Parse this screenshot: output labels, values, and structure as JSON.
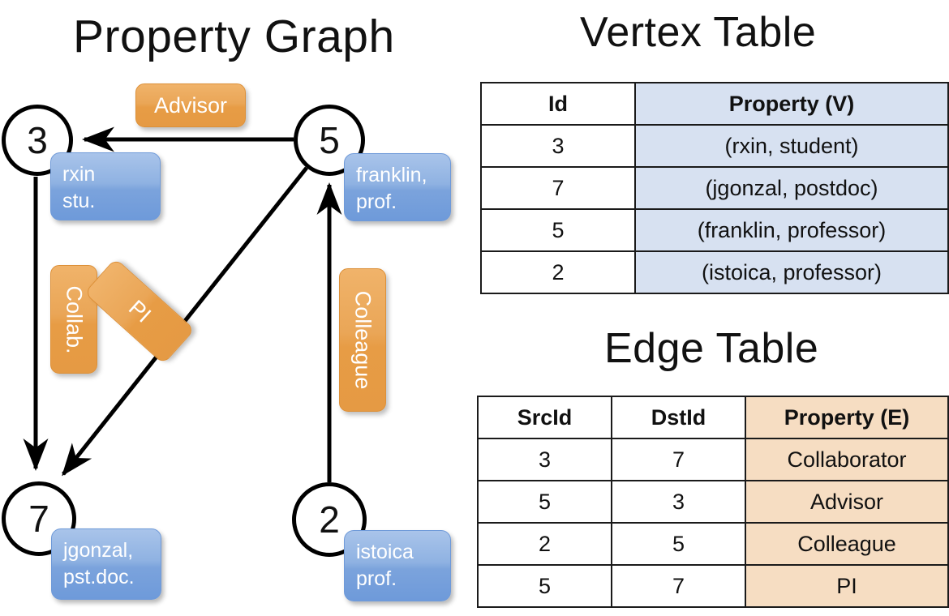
{
  "titles": {
    "property_graph": "Property Graph",
    "vertex_table": "Vertex Table",
    "edge_table": "Edge Table"
  },
  "graph": {
    "nodes": [
      {
        "id": "3",
        "property_label": "rxin\nstu."
      },
      {
        "id": "5",
        "property_label": "franklin,\nprof."
      },
      {
        "id": "7",
        "property_label": "jgonzal,\npst.doc."
      },
      {
        "id": "2",
        "property_label": "istoica\nprof."
      }
    ],
    "node_labels": {
      "n3_line1": "rxin",
      "n3_line2": "stu.",
      "n5_line1": "franklin,",
      "n5_line2": "prof.",
      "n7_line1": "jgonzal,",
      "n7_line2": "pst.doc.",
      "n2_line1": "istoica",
      "n2_line2": "prof."
    },
    "edge_labels": {
      "advisor": "Advisor",
      "collab": "Collab.",
      "pi": "PI",
      "colleague": "Colleague"
    },
    "edges": [
      {
        "from": "5",
        "to": "3",
        "label": "Advisor"
      },
      {
        "from": "3",
        "to": "7",
        "label": "Collab."
      },
      {
        "from": "5",
        "to": "7",
        "label": "PI"
      },
      {
        "from": "2",
        "to": "5",
        "label": "Colleague"
      }
    ]
  },
  "vertex_table": {
    "headers": {
      "id": "Id",
      "property": "Property (V)"
    },
    "rows": [
      {
        "id": "3",
        "property": "(rxin, student)"
      },
      {
        "id": "7",
        "property": "(jgonzal, postdoc)"
      },
      {
        "id": "5",
        "property": "(franklin, professor)"
      },
      {
        "id": "2",
        "property": "(istoica, professor)"
      }
    ]
  },
  "edge_table": {
    "headers": {
      "src": "SrcId",
      "dst": "DstId",
      "property": "Property (E)"
    },
    "rows": [
      {
        "src": "3",
        "dst": "7",
        "property": "Collaborator"
      },
      {
        "src": "5",
        "dst": "3",
        "property": "Advisor"
      },
      {
        "src": "2",
        "dst": "5",
        "property": "Colleague"
      },
      {
        "src": "5",
        "dst": "7",
        "property": "PI"
      }
    ]
  },
  "colors": {
    "vertex_property_fill": "#d7e1f1",
    "edge_property_fill": "#f6ddc2",
    "node_bubble_blue": "#7ba3dc",
    "edge_label_orange": "#e79c45",
    "stroke": "#000000"
  }
}
